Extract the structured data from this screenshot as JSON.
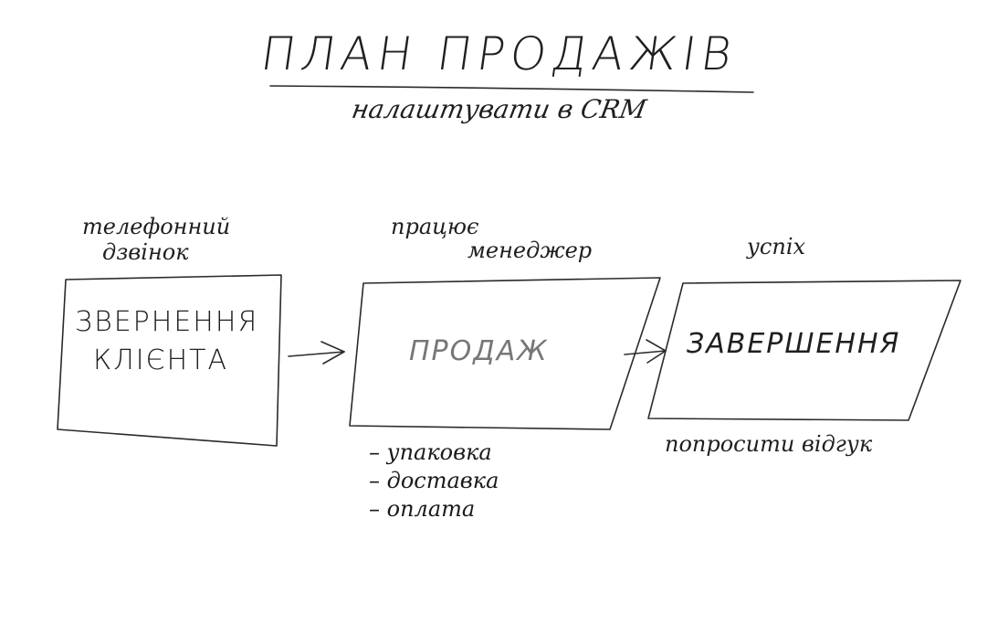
{
  "title": "ПЛАН ПРОДАЖІВ",
  "subtitle": "налаштувати в CRM",
  "stages": [
    {
      "id": "request",
      "label_line1": "ЗВЕРНЕННЯ",
      "label_line2": "КЛІЄНТА",
      "note_line1": "телефонний",
      "note_line2": "дзвінок"
    },
    {
      "id": "sale",
      "label": "ПРОДАЖ",
      "note_line1": "працює",
      "note_line2": "менеджер",
      "items": [
        "упаковка",
        "доставка",
        "оплата"
      ]
    },
    {
      "id": "completion",
      "label": "ЗАВЕРШЕННЯ",
      "note": "успіх",
      "bottom_note": "попросити відгук"
    }
  ]
}
